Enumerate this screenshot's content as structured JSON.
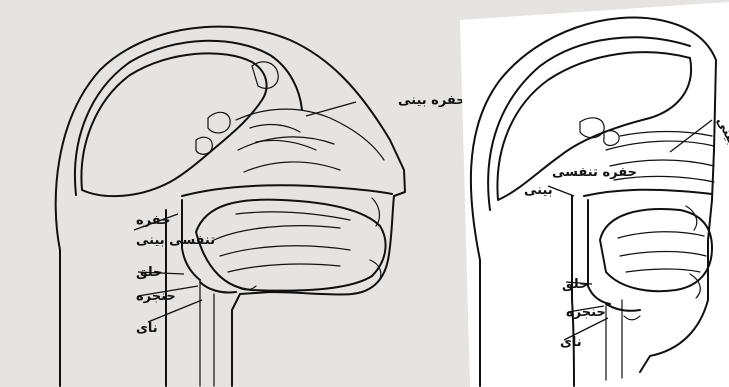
{
  "colors": {
    "background": "#e6e3e0",
    "ink": "#111111",
    "paper": "#ffffff"
  },
  "left_panel": {
    "labels": {
      "nasal_cavity": "حفره بینی",
      "nasal_respiratory_cavity_line1": "حفره",
      "nasal_respiratory_cavity_line2": "تنفسی بینی",
      "pharynx": "حلق",
      "larynx": "حنجره",
      "trachea": "نای"
    }
  },
  "right_panel": {
    "labels": {
      "nasal_cavity": "حفره بینی",
      "nasal_respiratory_cavity_line1": "حفره تنفسی",
      "nasal_respiratory_cavity_line2": "بینی",
      "pharynx": "حلق",
      "larynx": "حنجره",
      "trachea": "نای"
    }
  }
}
